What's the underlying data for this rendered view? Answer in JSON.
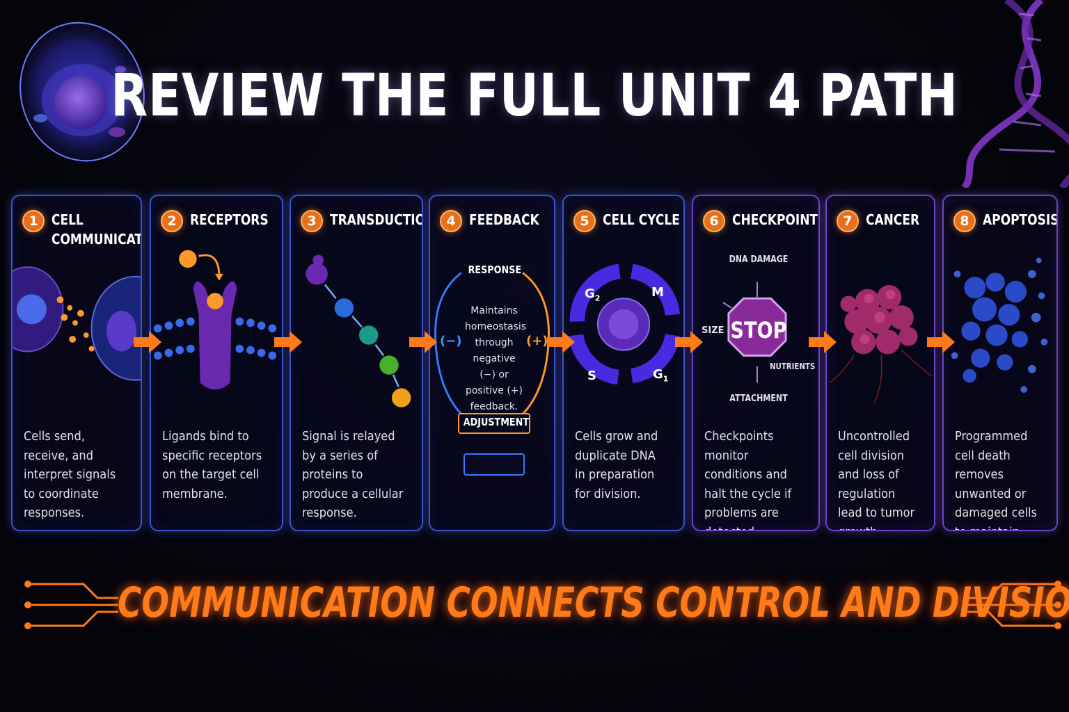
{
  "title": "REVIEW THE FULL UNIT 4 PATH",
  "tagline": "COMMUNICATION CONNECTS CONTROL AND DIVISION.",
  "accent_color": "#ff7a18",
  "panel_border_blue": "#3b54c8",
  "panel_border_purple": "#6a44c8",
  "steps": [
    {
      "number": "1",
      "title": "CELL COMMUNICATION",
      "description": "Cells send, receive, and interpret signals to coordinate responses."
    },
    {
      "number": "2",
      "title": "RECEPTORS",
      "description": "Ligands bind to specific receptors on the target cell membrane."
    },
    {
      "number": "3",
      "title": "TRANSDUCTION",
      "description": "Signal is relayed by a series of proteins to produce a cellular response."
    },
    {
      "number": "4",
      "title": "FEEDBACK",
      "description": "",
      "response_label": "RESPONSE",
      "adjustment_label": "ADJUSTMENT",
      "negative_label": "(−)",
      "positive_label": "(+)",
      "center_text": "Maintains homeostasis through negative (−) or positive (+) feedback."
    },
    {
      "number": "5",
      "title": "CELL CYCLE",
      "description": "Cells grow and duplicate DNA in preparation for division.",
      "phases": {
        "g2": "G",
        "g2_sub": "2",
        "m": "M",
        "s": "S",
        "g1": "G",
        "g1_sub": "1"
      }
    },
    {
      "number": "6",
      "title": "CHECKPOINTS",
      "description": "Checkpoints monitor conditions and halt the cycle if problems are detected.",
      "stop_label": "STOP",
      "dna_damage": "DNA DAMAGE",
      "size": "SIZE",
      "nutrients": "NUTRIENTS",
      "attachment": "ATTACHMENT"
    },
    {
      "number": "7",
      "title": "CANCER",
      "description": "Uncontrolled cell division and loss of regulation lead to tumor growth."
    },
    {
      "number": "8",
      "title": "APOPTOSIS",
      "description": "Programmed cell death removes unwanted or damaged cells to maintain balance."
    }
  ]
}
